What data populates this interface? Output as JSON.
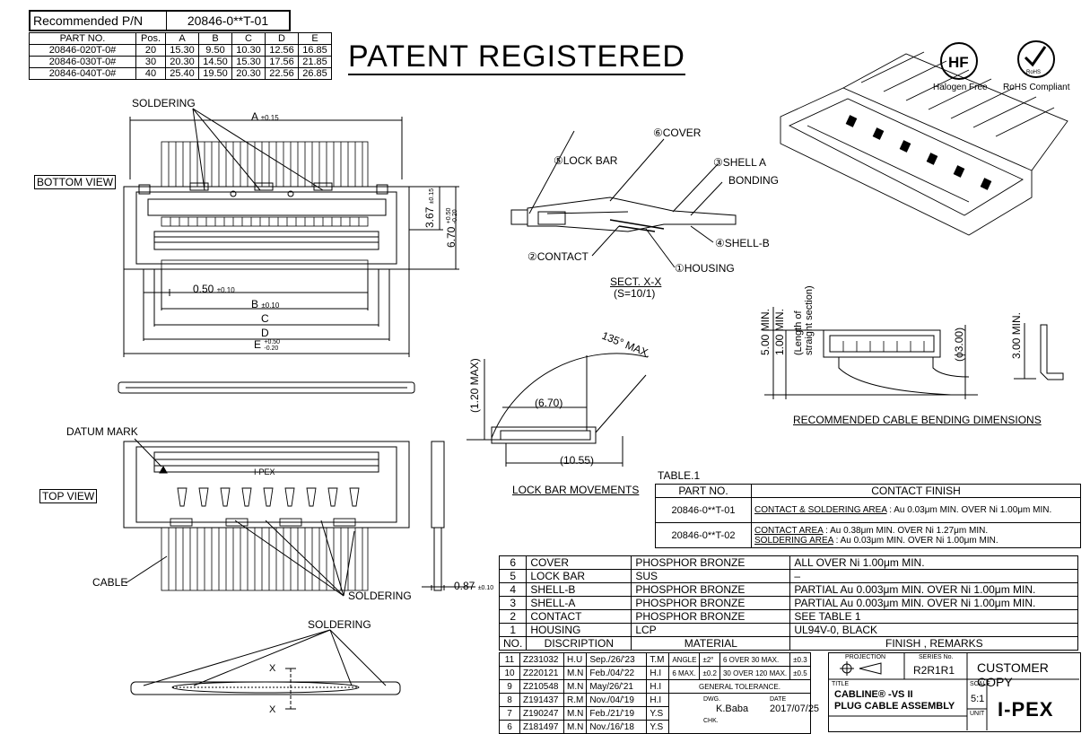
{
  "header": {
    "recommended_pn_label": "Recommended P/N",
    "recommended_pn_value": "20846-0**T-01",
    "patent_text": "PATENT REGISTERED"
  },
  "dimension_table": {
    "columns": [
      "PART NO.",
      "Pos.",
      "A",
      "B",
      "C",
      "D",
      "E"
    ],
    "rows": [
      [
        "20846-020T-0#",
        "20",
        "15.30",
        "9.50",
        "10.30",
        "12.56",
        "16.85"
      ],
      [
        "20846-030T-0#",
        "30",
        "20.30",
        "14.50",
        "15.30",
        "17.56",
        "21.85"
      ],
      [
        "20846-040T-0#",
        "40",
        "25.40",
        "19.50",
        "20.30",
        "22.56",
        "26.85"
      ]
    ]
  },
  "badges": {
    "hf_symbol": "HF",
    "hf_label": "Halogen Free",
    "rohs_symbol": "RoHS",
    "rohs_label": "RoHS Compliant"
  },
  "views": {
    "bottom_view": "BOTTOM VIEW",
    "top_view": "TOP VIEW",
    "soldering": "SOLDERING",
    "datum_mark": "DATUM MARK",
    "cable": "CABLE",
    "ipex_mark": "I-PEX",
    "dim_a": "A",
    "dim_a_tol": "±0.15",
    "dim_b": "B",
    "dim_b_tol": "±0.10",
    "dim_c": "C",
    "dim_d": "D",
    "dim_e": "E",
    "dim_e_tol_plus": "+0.50",
    "dim_e_tol_minus": "-0.20",
    "pitch": "0.50",
    "pitch_tol": "±0.10",
    "height_367": "3.67",
    "height_367_tol": "±0.15",
    "height_670": "6.70",
    "height_670_tol_plus": "+0.50",
    "height_670_tol_minus": "-0.20",
    "thickness": "0.87",
    "thickness_tol": "±0.10",
    "section_x": "X"
  },
  "section": {
    "cover": "⑥COVER",
    "lock_bar": "⑤LOCK BAR",
    "shell_a": "③SHELL A",
    "bonding": "BONDING",
    "shell_b": "④SHELL-B",
    "contact": "②CONTACT",
    "housing": "①HOUSING",
    "title": "SECT. X-X",
    "scale": "(S=10/1)"
  },
  "lock_bar": {
    "angle": "135° MAX.",
    "height": "(1.20 MAX)",
    "w1": "(6.70)",
    "w2": "(10.55)",
    "title": "LOCK BAR MOVEMENTS"
  },
  "bending": {
    "min5": "5.00 MIN.",
    "min1": "1.00 MIN.",
    "straight": "(Length of straight section)",
    "dia": "(ϕ3.00)",
    "min3": "3.00 MIN.",
    "title": "RECOMMENDED CABLE BENDING DIMENSIONS"
  },
  "table1": {
    "caption": "TABLE.1",
    "col1": "PART NO.",
    "col2": "CONTACT FINISH",
    "rows": [
      {
        "part": "20846-0**T-01",
        "area1": "CONTACT & SOLDERING AREA",
        "text1": " : Au 0.03μm MIN. OVER Ni 1.00μm MIN.",
        "area2": "",
        "text2": ""
      },
      {
        "part": "20846-0**T-02",
        "area1": "CONTACT AREA",
        "text1": " : Au 0.38μm MIN. OVER Ni 1.27μm MIN.",
        "area2": "SOLDERING AREA",
        "text2": " : Au 0.03μm MIN. OVER Ni 1.00μm MIN."
      }
    ]
  },
  "materials": {
    "rows": [
      [
        "6",
        "COVER",
        "PHOSPHOR BRONZE",
        "ALL OVER Ni 1.00μm MIN."
      ],
      [
        "5",
        "LOCK BAR",
        "SUS",
        "–"
      ],
      [
        "4",
        "SHELL-B",
        "PHOSPHOR BRONZE",
        "PARTIAL Au 0.003μm MIN. OVER Ni 1.00μm MIN."
      ],
      [
        "3",
        "SHELL-A",
        "PHOSPHOR BRONZE",
        "PARTIAL Au 0.003μm MIN. OVER Ni 1.00μm MIN."
      ],
      [
        "2",
        "CONTACT",
        "PHOSPHOR BRONZE",
        "SEE TABLE 1"
      ],
      [
        "1",
        "HOUSING",
        "LCP",
        "UL94V-0, BLACK"
      ]
    ],
    "header": [
      "NO.",
      "DISCRIPTION",
      "MATERIAL",
      "FINISH , REMARKS"
    ]
  },
  "revisions": {
    "rows": [
      [
        "11",
        "Z231032",
        "H.U",
        "Sep./26/'23",
        "T.M"
      ],
      [
        "10",
        "Z220121",
        "M.N",
        "Feb./04/'22",
        "H.I"
      ],
      [
        "9",
        "Z210548",
        "M.N",
        "May/26/'21",
        "H.I"
      ],
      [
        "8",
        "Z191437",
        "R.M",
        "Nov./04/'19",
        "H.I"
      ],
      [
        "7",
        "Z190247",
        "M.N",
        "Feb./21/'19",
        "Y.S"
      ],
      [
        "6",
        "Z181497",
        "M.N",
        "Nov./16/'18",
        "Y.S"
      ]
    ],
    "tolerance": {
      "angle": "ANGLE",
      "angle_tol": "±2°",
      "six_max": "6 MAX.",
      "six_tol": "±0.2",
      "over6": "6 OVER 30 MAX.",
      "over6_tol": "±0.3",
      "over30": "30 OVER 120 MAX.",
      "over30_tol": "±0.5",
      "general": "GENERAL TOLERANCE."
    }
  },
  "title_block": {
    "projection": "PROJECTION",
    "series_label": "SERIES No.",
    "series": "R2R1R1",
    "customer_copy": "CUSTOMER COPY",
    "title_label": "TITLE",
    "title1": "CABLINE® -VS II",
    "title2": "PLUG CABLE ASSEMBLY",
    "dwg_label": "DWG.",
    "dwg": "K.Baba",
    "date_label": "DATE",
    "date": "2017/07/25",
    "chk_label": "CHK.",
    "scale_label": "SCALE",
    "scale": "5:1",
    "unit_label": "UNIT",
    "brand": "I-PEX"
  }
}
